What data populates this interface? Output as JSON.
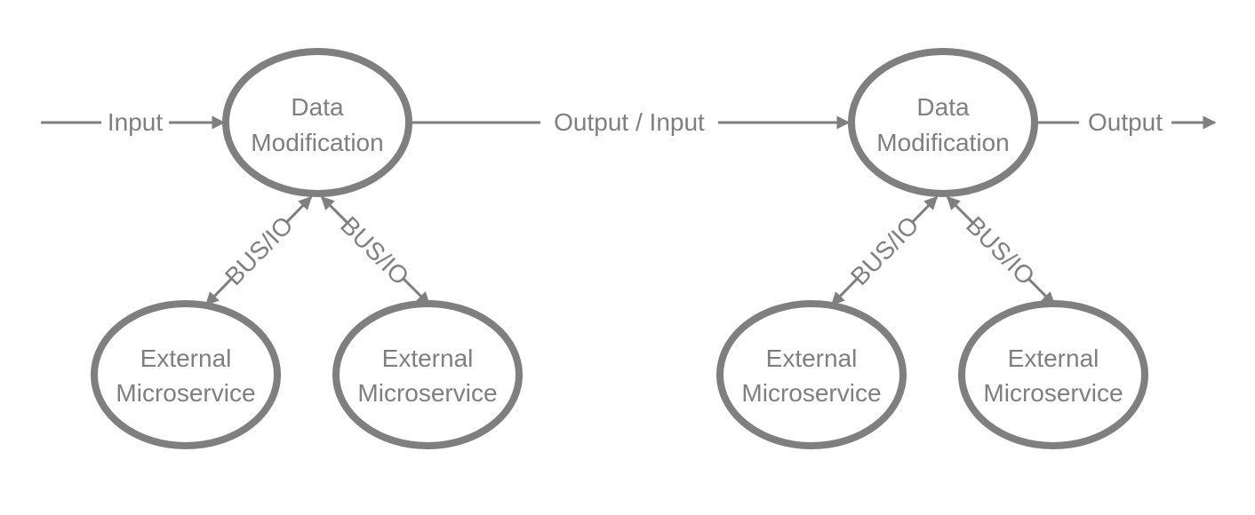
{
  "colors": {
    "stroke": "#7f7f7f",
    "text": "#7f7f7f",
    "background": "#ffffff"
  },
  "nodes": {
    "data_modification_1": {
      "line1": "Data",
      "line2": "Modification"
    },
    "data_modification_2": {
      "line1": "Data",
      "line2": "Modification"
    },
    "microservice_1": {
      "line1": "External",
      "line2": "Microservice"
    },
    "microservice_2": {
      "line1": "External",
      "line2": "Microservice"
    },
    "microservice_3": {
      "line1": "External",
      "line2": "Microservice"
    },
    "microservice_4": {
      "line1": "External",
      "line2": "Microservice"
    }
  },
  "edges": {
    "input": "Input",
    "output_input": "Output / Input",
    "output": "Output",
    "bus_1": "BUS/IO",
    "bus_2": "BUS/IO",
    "bus_3": "BUS/IO",
    "bus_4": "BUS/IO"
  }
}
